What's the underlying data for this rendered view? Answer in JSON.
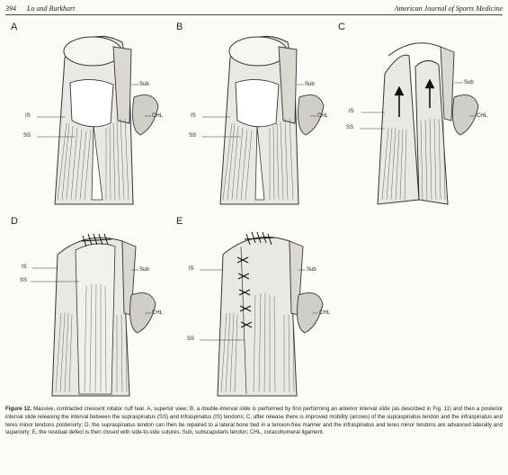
{
  "header": {
    "page_number": "394",
    "authors": "Lo and Burkhart",
    "journal": "American Journal of Sports Medicine"
  },
  "figure": {
    "panels": [
      {
        "letter": "A",
        "labels": {
          "is": "IS",
          "ss": "SS",
          "sub": "Sub",
          "chl": "CHL"
        }
      },
      {
        "letter": "B",
        "labels": {
          "is": "IS",
          "ss": "SS",
          "sub": "Sub",
          "chl": "CHL"
        }
      },
      {
        "letter": "C",
        "labels": {
          "is": "IS",
          "ss": "SS",
          "sub": "Sub",
          "chl": "CHL"
        }
      },
      {
        "letter": "D",
        "labels": {
          "is": "IS",
          "ss": "SS",
          "sub": "Sub",
          "chl": "CHL"
        }
      },
      {
        "letter": "E",
        "labels": {
          "is": "IS",
          "ss": "SS",
          "sub": "Sub",
          "chl": "CHL"
        }
      }
    ],
    "caption_label": "Figure 12.",
    "caption_text": "Massive, contracted crescent rotator cuff tear. A, superior view; B, a double-interval slide is performed by first performing an anterior interval slide (as described in Fig. 11) and then a posterior interval slide releasing the interval between the supraspinatus (SS) and infraspinatus (IS) tendons; C, after release there is improved mobility (arrows) of the supraspinatus tendon and the infraspinatus and teres minor tendons posteriorly; D, the supraspinatus tendon can then be repaired to a lateral bone bed in a tension-free manner and the infraspinatus and teres minor tendons are advanced laterally and superiorly; E, the residual defect is then closed with side-to-side sutures. Sub, subscapularis tendon; CHL, coracohumeral ligament."
  }
}
